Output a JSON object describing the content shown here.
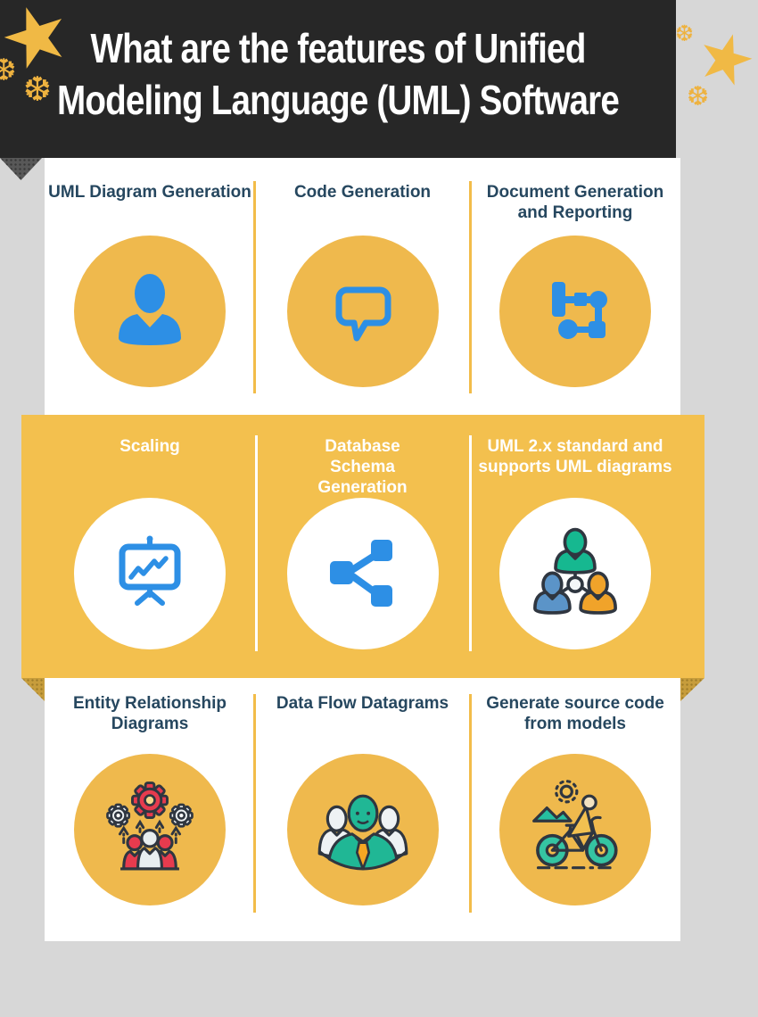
{
  "header": {
    "title_line1": "What are the features of Unified",
    "title_line2": "Modeling Language (UML) Software"
  },
  "decor": {
    "snowflake_glyph": "❆",
    "star_color": "#f0b945"
  },
  "colors": {
    "background_gray": "#d7d7d7",
    "header_black": "#272727",
    "panel_white": "#ffffff",
    "band_yellow": "#f3c04e",
    "circle_yellow": "#efb94d",
    "icon_blue": "#2d8fe5",
    "title_navy": "#26475f",
    "accent_teal": "#1db58f",
    "accent_red": "#e73b4e",
    "accent_orange": "#f0a32a"
  },
  "features": [
    {
      "title": "UML Diagram Generation",
      "icon": "person-icon"
    },
    {
      "title": "Code Generation",
      "icon": "chat-bubble-icon"
    },
    {
      "title": "Document Generation and Reporting",
      "icon": "flowchart-icon"
    },
    {
      "title": "Scaling",
      "icon": "presentation-chart-icon"
    },
    {
      "title": "Database Schema Generation",
      "icon": "share-network-icon"
    },
    {
      "title": "UML 2.x standard and supports UML diagrams",
      "icon": "team-network-icon"
    },
    {
      "title": "Entity Relationship Diagrams",
      "icon": "gears-people-icon"
    },
    {
      "title": "Data Flow Datagrams",
      "icon": "team-leader-icon"
    },
    {
      "title": "Generate source code from models",
      "icon": "cyclist-icon"
    }
  ]
}
